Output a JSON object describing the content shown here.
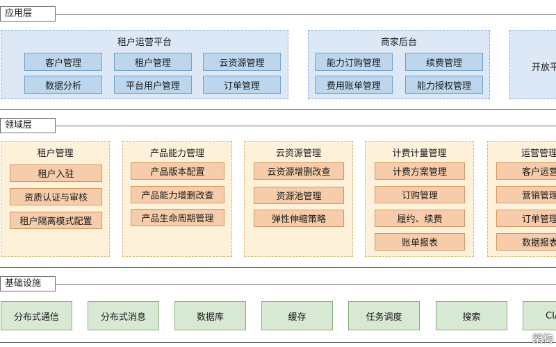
{
  "layers": {
    "application": {
      "label": "应用层",
      "groups": [
        {
          "title": "租户运营平台",
          "items": [
            "客户管理",
            "租户管理",
            "云资源管理",
            "数据分析",
            "平台用户管理",
            "订单管理"
          ]
        },
        {
          "title": "商家后台",
          "items": [
            "能力订购管理",
            "续费管理",
            "费用账单管理",
            "能力授权管理"
          ]
        },
        {
          "title": "开放平"
        }
      ]
    },
    "domain": {
      "label": "领域层",
      "groups": [
        {
          "title": "租户管理",
          "items": [
            "租户入驻",
            "资质认证与审核",
            "租户隔离模式配置"
          ]
        },
        {
          "title": "产品能力管理",
          "items": [
            "产品版本配置",
            "产品能力增删改查",
            "产品生命周期管理"
          ]
        },
        {
          "title": "云资源管理",
          "items": [
            "云资源增删改查",
            "资源池管理",
            "弹性伸缩策略"
          ]
        },
        {
          "title": "计费计量管理",
          "items": [
            "计费方案管理",
            "订购管理",
            "履约、续费",
            "账单报表"
          ]
        },
        {
          "title": "运营管理",
          "items": [
            "客户运营",
            "营销管理",
            "订单管理",
            "数据报表"
          ]
        }
      ]
    },
    "infrastructure": {
      "label": "基础设施",
      "items": [
        "分布式通信",
        "分布式消息",
        "数据库",
        "缓存",
        "任务调度",
        "搜索",
        "CI/"
      ]
    }
  },
  "watermark": "架构"
}
